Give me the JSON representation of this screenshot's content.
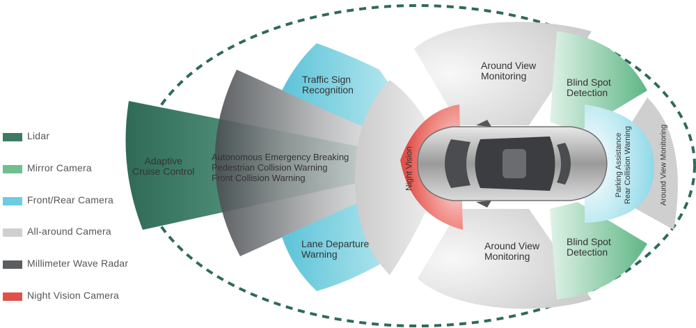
{
  "legend": [
    {
      "label": "Lidar",
      "color": "#3d7a62"
    },
    {
      "label": "Mirror Camera",
      "color": "#6fbf8f"
    },
    {
      "label": "Front/Rear Camera",
      "color": "#6ccde0"
    },
    {
      "label": "All-around Camera",
      "color": "#cfcfcf"
    },
    {
      "label": "Millimeter Wave Radar",
      "color": "#5b5e60"
    },
    {
      "label": "Night Vision Camera",
      "color": "#e2504a"
    }
  ],
  "zones": {
    "adaptive_cruise": [
      "Adaptive",
      "Cruise Control"
    ],
    "radar_functions": [
      "Autonomous Emergency Breaking",
      "Pedestrian Collision Warning",
      "Front Collision Warning"
    ],
    "traffic_sign": [
      "Traffic Sign",
      "Recognition"
    ],
    "lane_departure": [
      "Lane Departure",
      "Warning"
    ],
    "night_vision": "Night Vision",
    "around_view_top": [
      "Around View",
      "Monitoring"
    ],
    "around_view_bottom": [
      "Around View",
      "Monitoring"
    ],
    "blind_spot_top": [
      "Blind Spot",
      "Detection"
    ],
    "blind_spot_bottom": [
      "Blind Spot",
      "Detection"
    ],
    "parking_assistance": [
      "Parking Assistance",
      "Rear Collision Warning"
    ],
    "around_view_rear": "Around View Monitoring"
  }
}
